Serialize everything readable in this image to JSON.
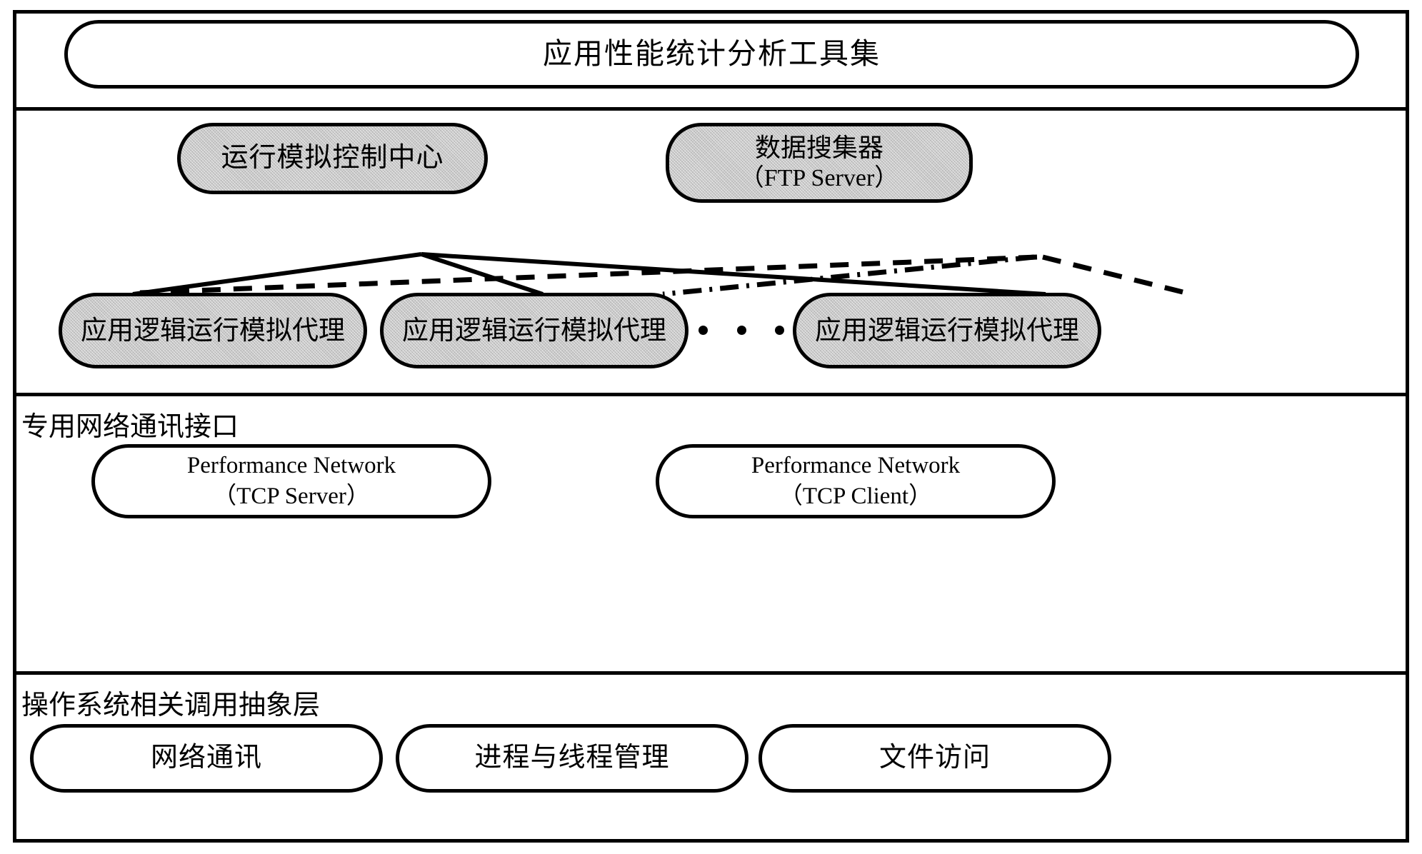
{
  "diagram": {
    "title": "应用性能统计分析工具集",
    "layers": [
      {
        "name": "tools-layer",
        "nodes": [
          {
            "id": "tools",
            "label": "应用性能统计分析工具集",
            "fill": "white",
            "shape": "rounded-rect"
          }
        ]
      },
      {
        "name": "core-layer",
        "nodes": [
          {
            "id": "control-center",
            "label": "运行模拟控制中心",
            "fill": "gray",
            "shape": "rounded-rect"
          },
          {
            "id": "data-collector",
            "line1": "数据搜集器",
            "line2": "（FTP Server）",
            "fill": "gray",
            "shape": "rounded-rect"
          },
          {
            "id": "agent-1",
            "label": "应用逻辑运行模拟代理",
            "fill": "gray",
            "shape": "rounded-rect"
          },
          {
            "id": "agent-2",
            "label": "应用逻辑运行模拟代理",
            "fill": "gray",
            "shape": "rounded-rect"
          },
          {
            "id": "agent-3",
            "label": "应用逻辑运行模拟代理",
            "fill": "gray",
            "shape": "rounded-rect"
          }
        ],
        "ellipsis": "• • •"
      },
      {
        "name": "network-layer",
        "title": "专用网络通讯接口",
        "nodes": [
          {
            "id": "perf-net-server",
            "line1": "Performance Network",
            "line2": "（TCP Server）",
            "fill": "white",
            "shape": "rounded-rect"
          },
          {
            "id": "perf-net-client",
            "line1": "Performance Network",
            "line2": "（TCP Client）",
            "fill": "white",
            "shape": "rounded-rect"
          }
        ]
      },
      {
        "name": "os-layer",
        "title": "操作系统相关调用抽象层",
        "nodes": [
          {
            "id": "os-network",
            "label": "网络通讯",
            "fill": "white",
            "shape": "rounded-rect"
          },
          {
            "id": "os-process",
            "label": "进程与线程管理",
            "fill": "white",
            "shape": "rounded-rect"
          },
          {
            "id": "os-file",
            "label": "文件访问",
            "fill": "white",
            "shape": "rounded-rect"
          }
        ]
      }
    ],
    "connectors": [
      {
        "id": "ctrl-to-agent1",
        "from": "control-center",
        "to": "agent-1",
        "style": "solid"
      },
      {
        "id": "ctrl-to-agent2",
        "from": "control-center",
        "to": "agent-2",
        "style": "solid"
      },
      {
        "id": "ctrl-to-agent3",
        "from": "control-center",
        "to": "agent-3",
        "style": "solid"
      },
      {
        "id": "collector-to-agent1",
        "from": "data-collector",
        "to": "agent-1",
        "style": "dashed"
      },
      {
        "id": "collector-to-agent2",
        "from": "data-collector",
        "to": "agent-2",
        "style": "dash-dot"
      },
      {
        "id": "collector-to-agent3",
        "from": "data-collector",
        "to": "agent-3",
        "style": "dashed"
      }
    ],
    "colors": {
      "stroke": "#000000",
      "node_fill_gray": "#c9c9c9",
      "node_fill_white": "#ffffff",
      "background": "#ffffff"
    }
  }
}
